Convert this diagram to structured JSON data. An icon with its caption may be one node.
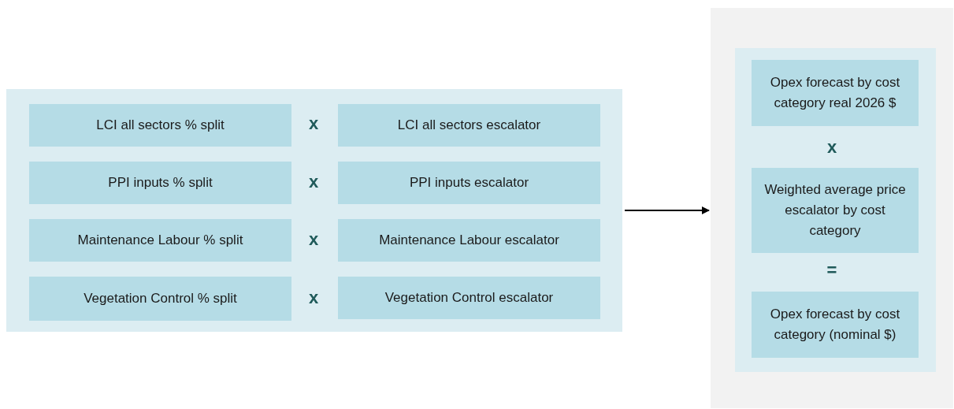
{
  "diagram": {
    "nodes": [
      {
        "text": [],
        "shape": "box"
      },
      {
        "text": [
          "LCI all sectors % split"
        ],
        "in": 0
      },
      {
        "text": [
          "LCI all sectors escalator"
        ],
        "in": 0
      },
      {
        "text": [
          "PPI inputs % split"
        ],
        "in": 0
      },
      {
        "text": [
          "PPI inputs escalator"
        ],
        "in": 0
      },
      {
        "text": [
          "Maintenance Labour % split"
        ],
        "in": 0
      },
      {
        "text": [
          "Maintenance Labour escalator"
        ],
        "in": 0
      },
      {
        "text": [
          "Vegetation Control % split"
        ],
        "in": 0
      },
      {
        "text": [
          "Vegetation Control escalator"
        ],
        "in": 0
      },
      {
        "text": [],
        "shape": "box"
      },
      {
        "text": [],
        "shape": "box",
        "in": 9
      },
      {
        "text": [
          "Opex forecast by cost category real 2026 $"
        ],
        "in": 10
      },
      {
        "text": [
          "Weighted average price escalator by cost category"
        ],
        "in": 10
      },
      {
        "text": [
          "Opex forecast by cost category (nominal $)"
        ],
        "in": 10
      }
    ],
    "edges": [
      {
        "from": 0,
        "to": 9,
        "arrow": "to"
      }
    ],
    "labels": [
      "x",
      "x",
      "x",
      "x",
      "x",
      "="
    ]
  }
}
